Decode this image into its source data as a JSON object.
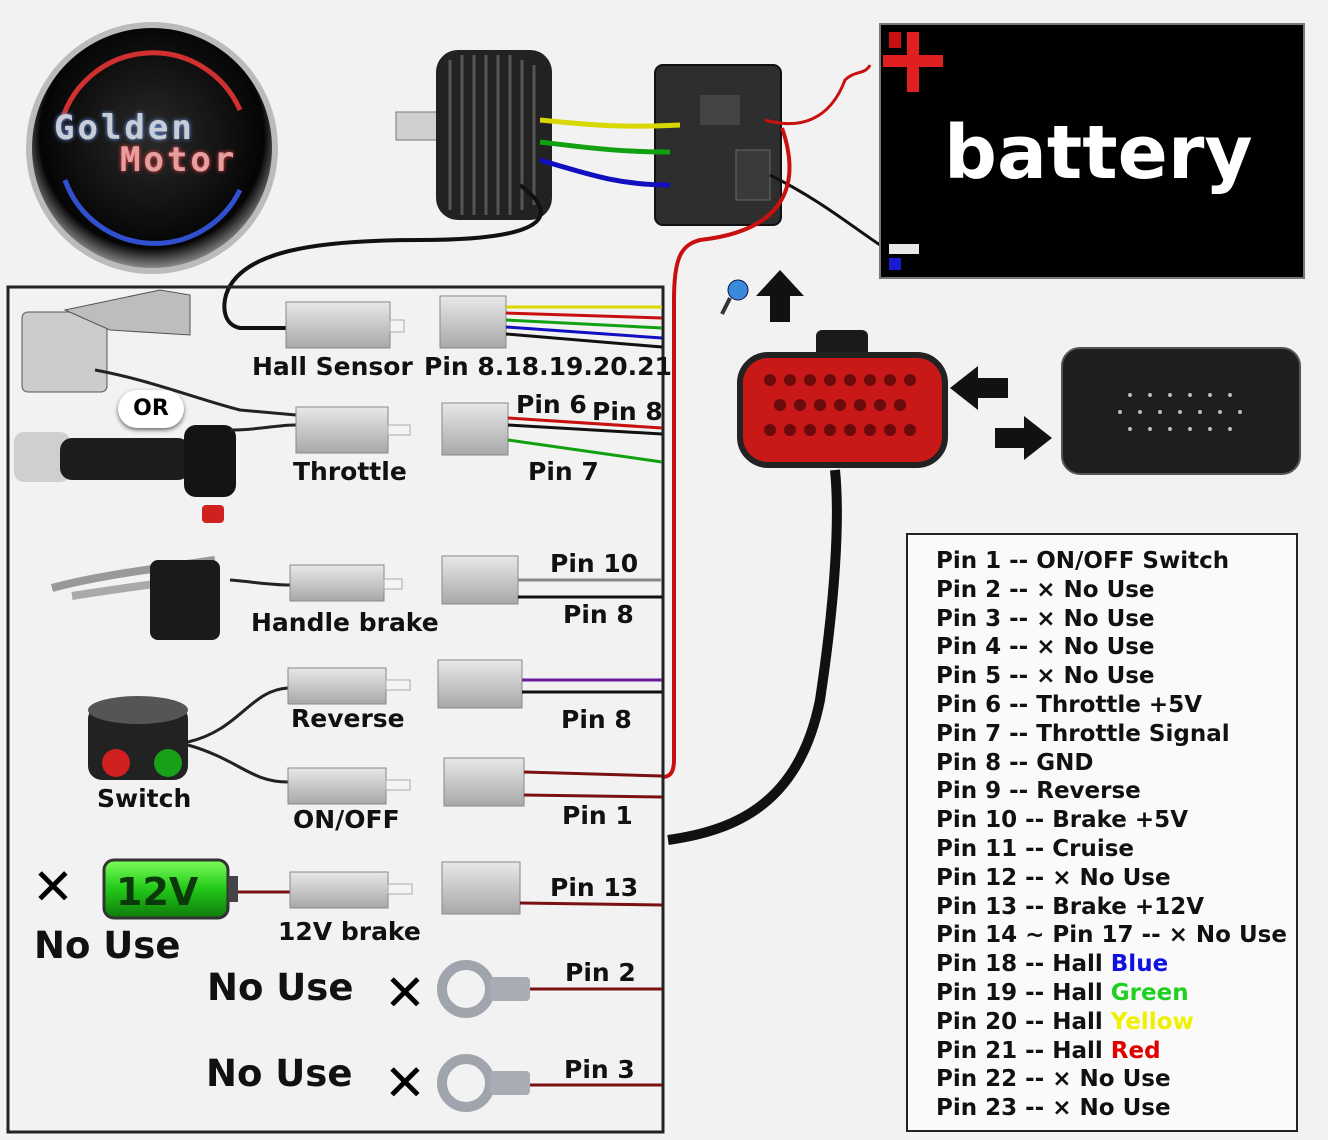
{
  "logo": {
    "line1": "Golden",
    "line2": "Motor"
  },
  "battery": {
    "label": "battery",
    "positive_symbol": "+",
    "negative_symbol": "−"
  },
  "or_badge": "OR",
  "labels": {
    "hall_sensor": "Hall Sensor",
    "hall_pins": "Pin 8.18.19.20.21",
    "throttle": "Throttle",
    "throttle_pin_6": "Pin 6",
    "throttle_pin_8": "Pin 8",
    "throttle_pin_7": "Pin 7",
    "handle_brake": "Handle brake",
    "brake_pin_10": "Pin 10",
    "brake_pin_8": "Pin 8",
    "reverse": "Reverse",
    "reverse_pin_8": "Pin 8",
    "switch": "Switch",
    "on_off": "ON/OFF",
    "on_off_pin_1": "Pin 1",
    "battery_12v": "12V",
    "no_use_12v": "No Use",
    "brake_12v": "12V brake",
    "brake_12v_pin_13": "Pin 13",
    "no_use_pin2": "No Use",
    "pin_2": "Pin 2",
    "no_use_pin3": "No Use",
    "pin_3": "Pin 3",
    "x_mark": "✕"
  },
  "legend": [
    {
      "text": "Pin 1 -- ON/OFF Switch"
    },
    {
      "text": "Pin 2 -- × No Use"
    },
    {
      "text": "Pin 3 -- × No Use"
    },
    {
      "text": "Pin 4 -- × No Use"
    },
    {
      "text": "Pin 5 -- × No Use"
    },
    {
      "text": "Pin 6 -- Throttle +5V"
    },
    {
      "text": "Pin 7 -- Throttle Signal"
    },
    {
      "text": "Pin 8 -- GND"
    },
    {
      "text": "Pin 9 -- Reverse"
    },
    {
      "text": "Pin 10 -- Brake +5V"
    },
    {
      "text": "Pin 11 -- Cruise"
    },
    {
      "text": "Pin 12 -- × No Use"
    },
    {
      "text": "Pin 13 -- Brake +12V"
    },
    {
      "text": "Pin 14 ~ Pin 17 -- × No Use"
    },
    {
      "text": "Pin 18 -- Hall ",
      "color_word": "Blue",
      "color": "#1010e0"
    },
    {
      "text": "Pin 19 -- Hall ",
      "color_word": "Green",
      "color": "#20d020"
    },
    {
      "text": "Pin 20 -- Hall ",
      "color_word": "Yellow",
      "color": "#f0f000"
    },
    {
      "text": "Pin 21 -- Hall ",
      "color_word": "Red",
      "color": "#e00000"
    },
    {
      "text": "Pin 22 -- × No Use"
    },
    {
      "text": "Pin 23 -- × No Use"
    }
  ],
  "colors": {
    "wire_red": "#c81010",
    "wire_darkred": "#7a1010",
    "wire_black": "#111111",
    "wire_yellow": "#d8d800",
    "wire_green": "#10a010",
    "wire_blue": "#1010c0",
    "wire_purple": "#6a1a9a",
    "connector_red": "#e02a2a",
    "battery_body": "#000000"
  }
}
